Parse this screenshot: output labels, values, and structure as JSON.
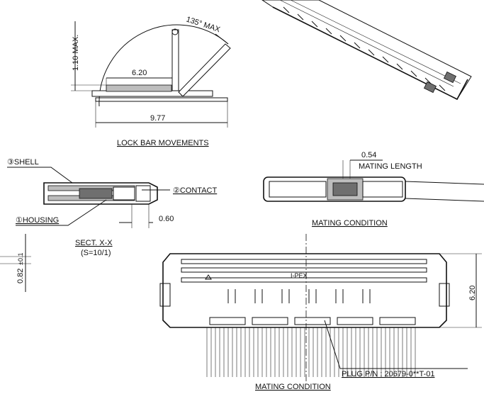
{
  "lock_bar": {
    "angle_label": "135° MAX",
    "height_label": "1.10 MAX.",
    "width_inner_label": "6.20",
    "width_outer_label": "9.77",
    "title": "LOCK BAR MOVEMENTS"
  },
  "section": {
    "shell_label": "③SHELL",
    "contact_label": "②CONTACT",
    "housing_label": "①HOUSING",
    "offset_label": "0.60",
    "title": "SECT. X-X",
    "scale": "(S=10/1)",
    "side_dim_label": "0.82",
    "side_tol_label": "±0.1"
  },
  "mating_side": {
    "length_value": "0.54",
    "length_label": "MATING LENGTH",
    "title": "MATING CONDITION"
  },
  "mating_top": {
    "brand": "I-PEX",
    "height_label": "6.20",
    "part_number": "PLUG P/N : 20679-0**T-01",
    "title": "MATING CONDITION"
  }
}
